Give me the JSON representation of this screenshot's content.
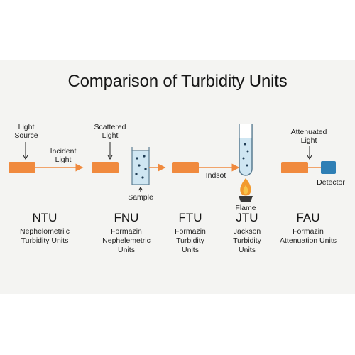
{
  "title": "Comparison of Turbidity Units",
  "colors": {
    "source": "#f08a3e",
    "detector": "#2f7fb5",
    "liquid": "#cfe6f2",
    "arrow": "#f08a3e",
    "flame": "#f29a2e"
  },
  "labels": {
    "light_source": [
      "Light",
      "Source"
    ],
    "incident_light": [
      "Incident",
      "Light"
    ],
    "scattered_light": [
      "Scattered",
      "Light"
    ],
    "sample": "Sample",
    "indsot": "Indsot",
    "flame": "Flame",
    "attenuated_light": [
      "Attenuated",
      "Light"
    ],
    "detector": "Detector"
  },
  "units": [
    {
      "abbr": "NTU",
      "desc": [
        "Nephelometriic",
        "Turbidity Units"
      ]
    },
    {
      "abbr": "FNU",
      "desc": [
        "Formazin",
        "Nephelemetric",
        "Units"
      ]
    },
    {
      "abbr": "FTU",
      "desc": [
        "Formazin",
        "Turbidity",
        "Units"
      ]
    },
    {
      "abbr": "JTU",
      "desc": [
        "Jackson",
        "Turbidity",
        "Units"
      ]
    },
    {
      "abbr": "FAU",
      "desc": [
        "Formazin",
        "Attenuation Units"
      ]
    }
  ]
}
